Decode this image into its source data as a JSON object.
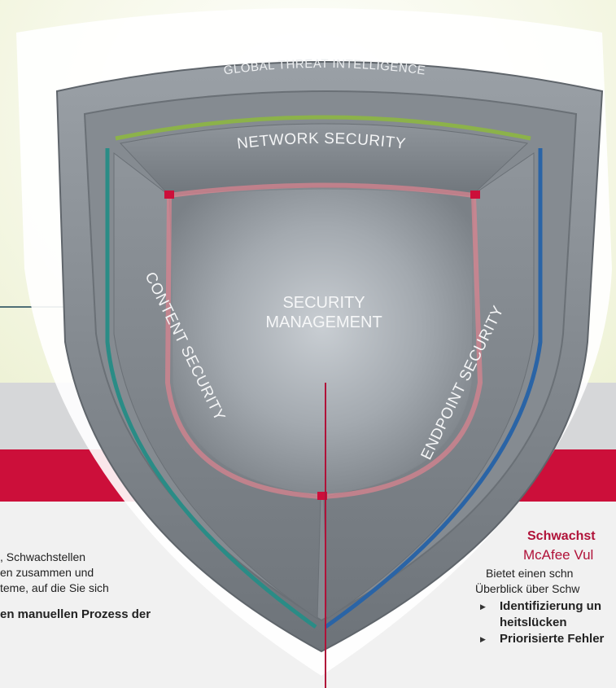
{
  "diagram": {
    "ring_outer": "GLOBAL THREAT INTELLIGENCE",
    "segment_top": "NETWORK SECURITY",
    "segment_left": "CONTENT SECURITY",
    "segment_right": "ENDPOINT SECURITY",
    "center_line1": "SECURITY",
    "center_line2": "MANAGEMENT"
  },
  "left_text": {
    "line1": ", Schwachstellen",
    "line2": "en zusammen und",
    "line3": "teme, auf die Sie sich",
    "line4": "en manuellen Prozess der"
  },
  "right_text": {
    "heading": "Schwachst",
    "product": "McAfee Vul",
    "line1": "Bietet einen schn",
    "line2": "Überblick über Schw",
    "bullet1_line1": "Identifizierung un",
    "bullet1_line2": "heitslücken",
    "bullet2": "Priorisierte Fehler"
  },
  "colors": {
    "accent_red": "#cc0f3a",
    "network_green": "#8cb24a",
    "content_teal": "#2a8c86",
    "endpoint_blue": "#2a64a6"
  }
}
